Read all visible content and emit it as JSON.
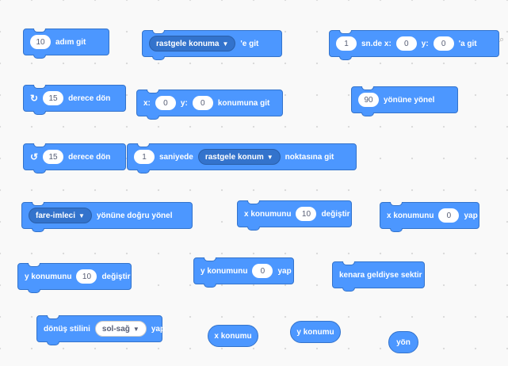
{
  "blocks": {
    "move": {
      "value": "10",
      "label": "adım git"
    },
    "goto": {
      "option": "rastgele konuma",
      "suffix": "'e git"
    },
    "glide_xy": {
      "secs": "1",
      "label_a": "sn.de x:",
      "x": "0",
      "label_y": "y:",
      "y": "0",
      "label_b": "'a git"
    },
    "turn_right": {
      "value": "15",
      "label": "derece dön"
    },
    "goto_xy": {
      "label_x": "x:",
      "x": "0",
      "label_y": "y:",
      "y": "0",
      "label": "konumuna git"
    },
    "point_direction": {
      "value": "90",
      "label": "yönüne yönel"
    },
    "turn_left": {
      "value": "15",
      "label": "derece dön"
    },
    "glide_to": {
      "secs": "1",
      "label_a": "saniyede",
      "option": "rastgele konum",
      "label_b": "noktasına git"
    },
    "point_towards": {
      "option": "fare-imleci",
      "label": "yönüne doğru yönel"
    },
    "change_x": {
      "label": "x konumunu",
      "value": "10",
      "suffix": "değiştir"
    },
    "set_x": {
      "label": "x konumunu",
      "value": "0",
      "suffix": "yap"
    },
    "change_y": {
      "label": "y konumunu",
      "value": "10",
      "suffix": "değiştir"
    },
    "set_y": {
      "label": "y konumunu",
      "value": "0",
      "suffix": "yap"
    },
    "bounce": {
      "label": "kenara geldiyse sektir"
    },
    "rotation_style": {
      "label": "dönüş stilini",
      "option": "sol-sağ",
      "suffix": "yap"
    },
    "x_position": {
      "label": "x konumu"
    },
    "y_position": {
      "label": "y konumu"
    },
    "direction": {
      "label": "yön"
    }
  },
  "colors": {
    "motion": "#4c97ff",
    "motion_border": "#3373cc",
    "canvas": "#f9f9f9"
  }
}
